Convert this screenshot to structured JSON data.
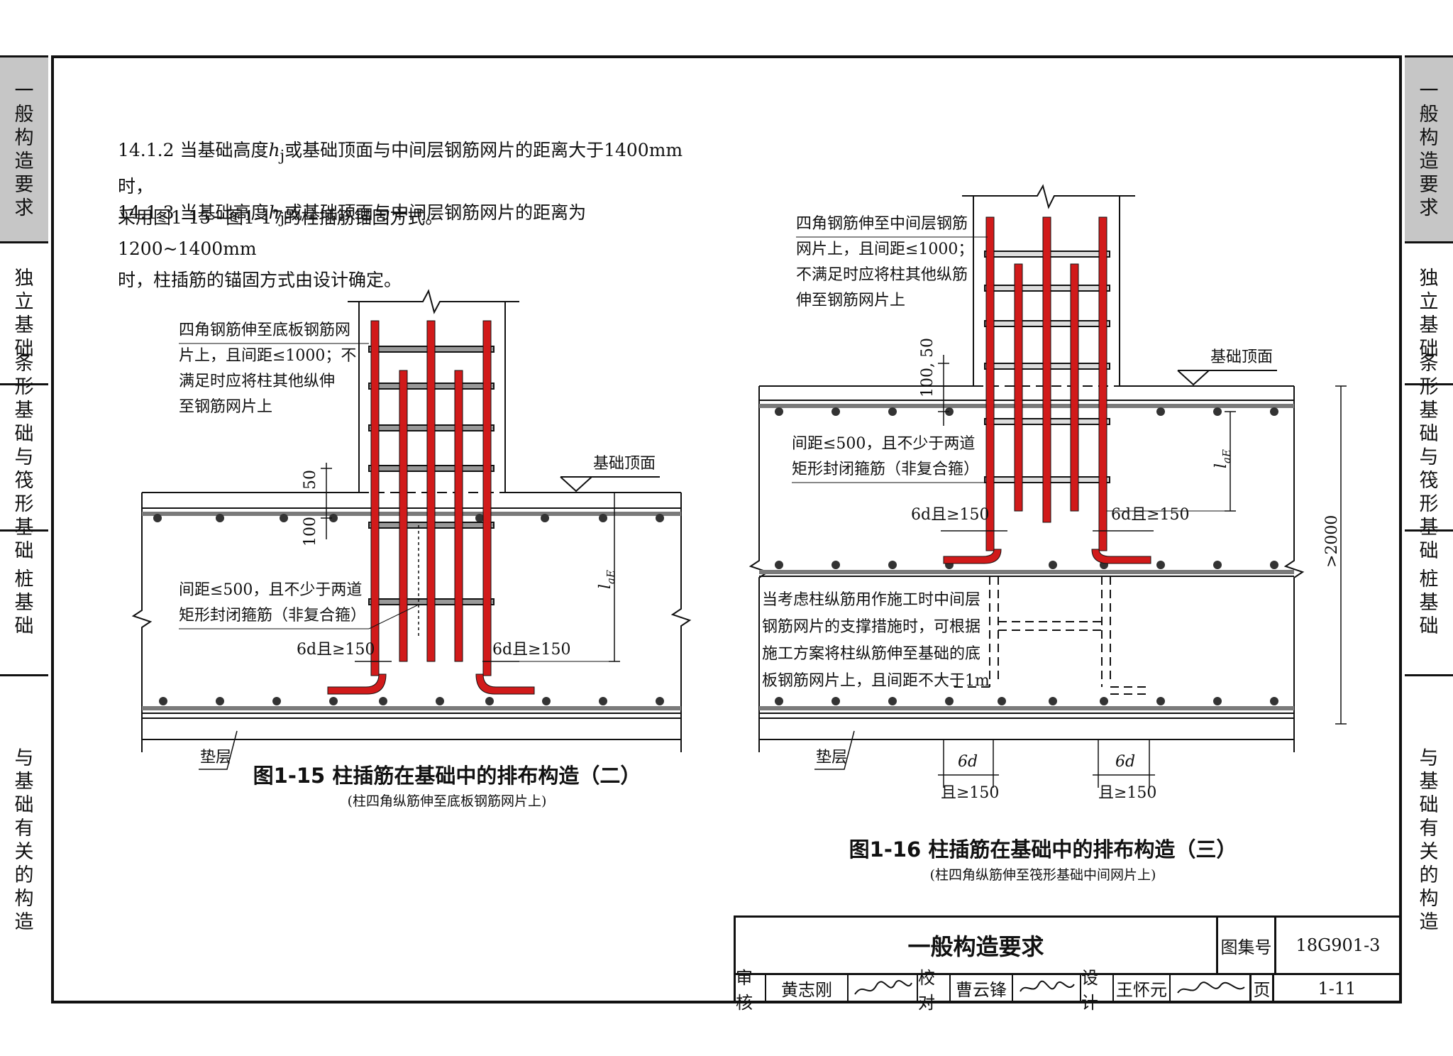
{
  "side_tabs": [
    {
      "label": "一般构造要求",
      "active": true
    },
    {
      "label": "独立基础",
      "active": false
    },
    {
      "label": "条形基础与筏形基础",
      "active": false
    },
    {
      "label": "桩基础",
      "active": false
    },
    {
      "label": "与基础有关的构造",
      "active": false
    }
  ],
  "clauses": [
    {
      "num": "14.1.2",
      "before": "当基础高度",
      "sym": "h",
      "sub": "j",
      "after": "或基础顶面与中间层钢筋网片的距离大于1400mm时，",
      "line2": "采用图1-15~图1-17的柱插筋锚固方式。"
    },
    {
      "num": "14.1.3",
      "before": "当基础高度",
      "sym": "h",
      "sub": "j",
      "after": "或基础顶面与中间层钢筋网片的距离为1200~1400mm",
      "line2": "时，柱插筋的锚固方式由设计确定。"
    }
  ],
  "figure15": {
    "caption": "图1-15   柱插筋在基础中的排布构造（二）",
    "subcaption": "(柱四角纵筋伸至底板钢筋网片上)",
    "note_top": [
      "四角钢筋伸至底板钢筋网",
      "片上，且间距≤1000；不",
      "满足时应将柱其他纵伸",
      "至钢筋网片上"
    ],
    "note_stirrup": [
      "间距≤500，且不少于两道",
      "矩形封闭箍筋（非复合箍）"
    ],
    "top_label": "基础顶面",
    "cushion_label": "垫层",
    "dim_50": "50",
    "dim_100": "100",
    "lae": "l",
    "lae_sub": "aE",
    "hook_left": "6d且≥150",
    "hook_right": "6d且≥150"
  },
  "figure16": {
    "caption": "图1-16   柱插筋在基础中的排布构造（三）",
    "subcaption": "(柱四角纵筋伸至筏形基础中间网片上)",
    "note_top": [
      "四角钢筋伸至中间层钢筋",
      "网片上，且间距≤1000；",
      "不满足时应将柱其他纵筋",
      "伸至钢筋网片上"
    ],
    "note_stirrup": [
      "间距≤500，且不少于两道",
      "矩形封闭箍筋（非复合箍）"
    ],
    "note_support": [
      "当考虑柱纵筋用作施工时中间层",
      "钢筋网片的支撑措施时，可根据",
      "施工方案将柱纵筋伸至基础的底",
      "板钢筋网片上，且间距不大于1m"
    ],
    "top_label": "基础顶面",
    "cushion_label": "垫层",
    "dim_100_50": "100, 50",
    "lae": "l",
    "lae_sub": "aE",
    "hook_left": "6d且≥150",
    "hook_right": "6d且≥150",
    "dim_gt2000": ">2000",
    "bottom_6d": "6d",
    "bottom_150": "且≥150"
  },
  "title_block": {
    "title": "一般构造要求",
    "atlas_label": "图集号",
    "atlas_no": "18G901-3",
    "review_label": "审核",
    "reviewer": "黄志刚",
    "check_label": "校对",
    "checker": "曹云锋",
    "design_label": "设计",
    "designer": "王怀元",
    "page_label": "页",
    "page_no": "1-11"
  },
  "colors": {
    "rebar": "#d11a1a",
    "tab_active": "#c6c6c6",
    "line": "#111111",
    "slab_bar": "#7a7a7a"
  }
}
